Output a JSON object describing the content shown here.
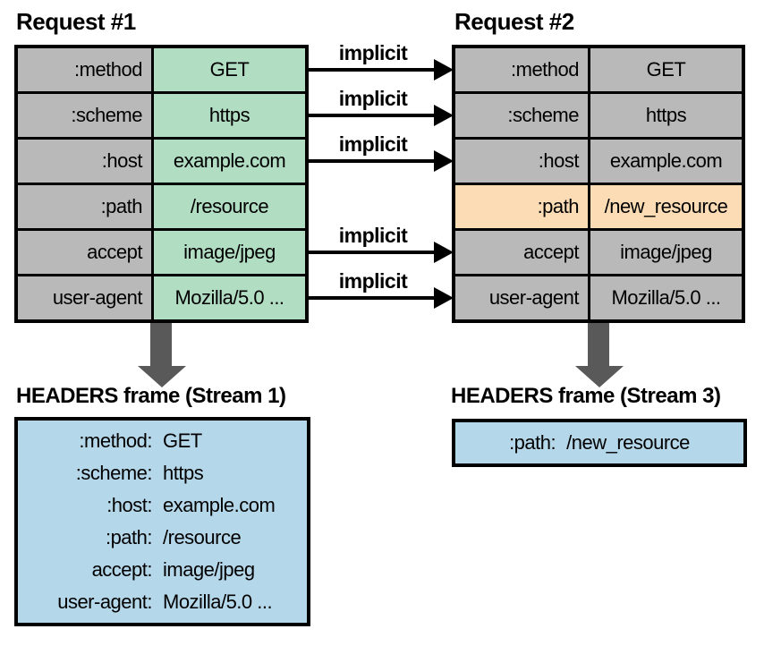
{
  "figure": {
    "request1": {
      "title": "Request #1",
      "headers": [
        {
          "name": ":method",
          "value": "GET"
        },
        {
          "name": ":scheme",
          "value": "https"
        },
        {
          "name": ":host",
          "value": "example.com"
        },
        {
          "name": ":path",
          "value": "/resource"
        },
        {
          "name": "accept",
          "value": "image/jpeg"
        },
        {
          "name": "user-agent",
          "value": "Mozilla/5.0 ..."
        }
      ]
    },
    "request2": {
      "title": "Request #2",
      "headers": [
        {
          "name": ":method",
          "value": "GET"
        },
        {
          "name": ":scheme",
          "value": "https"
        },
        {
          "name": ":host",
          "value": "example.com"
        },
        {
          "name": ":path",
          "value": "/new_resource",
          "highlighted": true
        },
        {
          "name": "accept",
          "value": "image/jpeg"
        },
        {
          "name": "user-agent",
          "value": "Mozilla/5.0 ..."
        }
      ]
    },
    "implicit_label": "implicit",
    "frame1": {
      "title": "HEADERS frame (Stream 1)",
      "entries": [
        {
          "name": ":method:",
          "value": "GET"
        },
        {
          "name": ":scheme:",
          "value": "https"
        },
        {
          "name": ":host:",
          "value": "example.com"
        },
        {
          "name": ":path:",
          "value": "/resource"
        },
        {
          "name": "accept:",
          "value": "image/jpeg"
        },
        {
          "name": "user-agent:",
          "value": "Mozilla/5.0 ..."
        }
      ]
    },
    "frame2": {
      "title": "HEADERS frame (Stream 3)",
      "entries": [
        {
          "name": ":path:",
          "value": "/new_resource"
        }
      ]
    },
    "colors": {
      "header_name_bg": "#b9b9b9",
      "indexed_value_bg": "#b1ddc2",
      "changed_header_bg": "#fcdcb4",
      "frame_bg": "#b5d7ea",
      "flow_arrow": "#595959",
      "border_and_text": "#000000"
    }
  }
}
